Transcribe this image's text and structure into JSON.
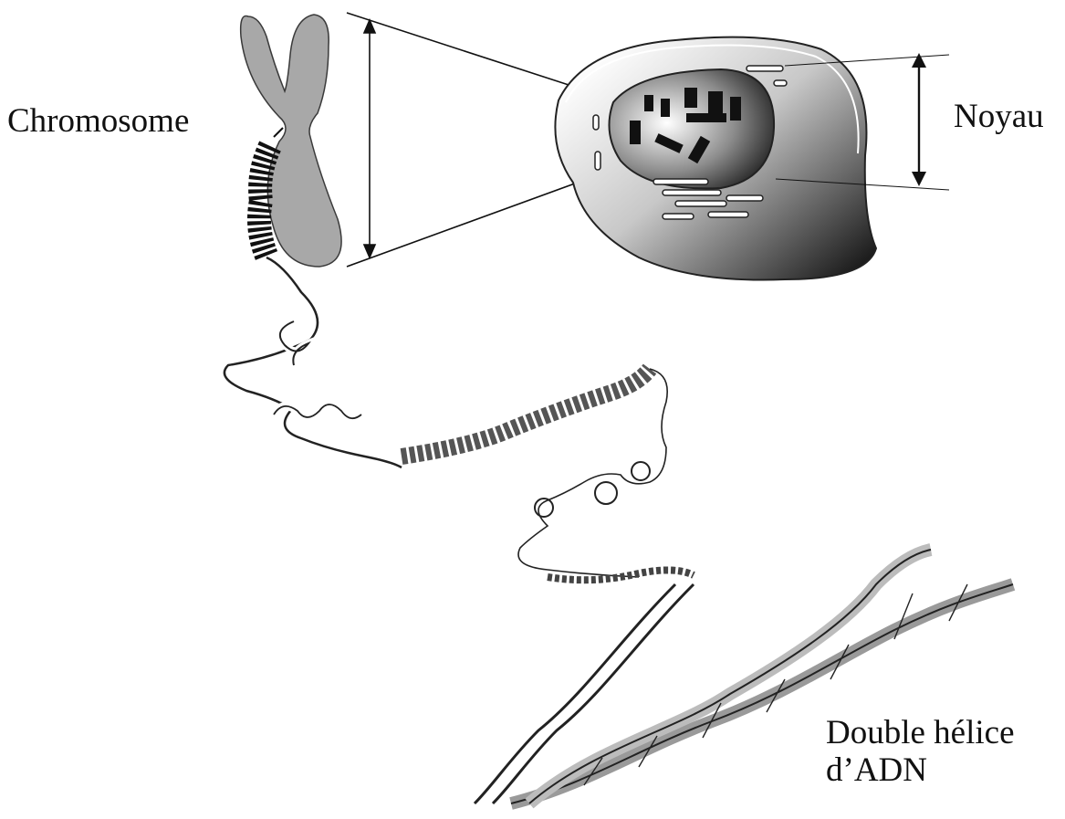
{
  "labels": {
    "chromosome": "Chromosome",
    "noyau": "Noyau",
    "dna_line1": "Double hélice",
    "dna_line2": "d’ADN"
  },
  "colors": {
    "ink": "#111111",
    "chromosome_fill": "#a8a8a8",
    "cell_dark": "#1a1a1a",
    "cell_light": "#ffffff"
  }
}
